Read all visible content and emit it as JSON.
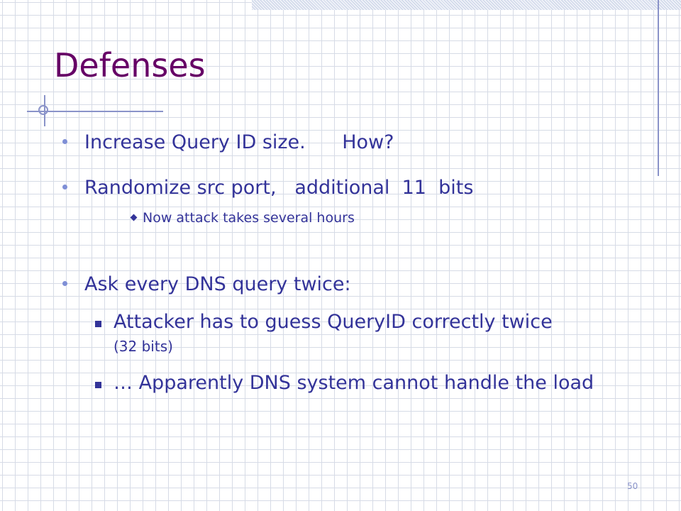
{
  "slide": {
    "title": "Defenses",
    "page_number": "50",
    "bullets": [
      {
        "text": "Increase Query ID size.      How?"
      },
      {
        "text": "Randomize src port,   additional  11  bits"
      },
      {
        "text": "Now attack takes several hours"
      },
      {
        "text": "Ask every DNS query twice:"
      },
      {
        "text": "Attacker has to guess QueryID correctly twice",
        "note": "(32 bits)"
      },
      {
        "text": "… Apparently DNS system cannot handle the load"
      }
    ]
  },
  "colors": {
    "title": "#660066",
    "body_text": "#333399",
    "bullet": "#7f8fd6",
    "rule": "#8a93c9"
  },
  "icons": {
    "level1_bullet": "round-dot-icon",
    "level2_bullet_a": "diamond-icon",
    "level2_bullet_b": "square-icon"
  }
}
